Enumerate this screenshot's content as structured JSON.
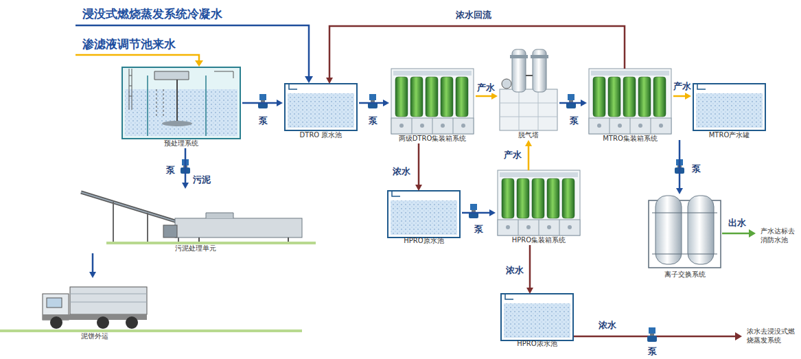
{
  "diagram": {
    "nodes": [
      {
        "text": [
          "预处理系统"
        ]
      },
      {
        "text": [
          "DTRO 原水池"
        ]
      },
      {
        "text": [
          "两级DTRO集装箱系统"
        ]
      },
      {
        "text": [
          "脱气塔"
        ]
      },
      {
        "text": [
          "MTRO集装箱系统"
        ]
      },
      {
        "text": [
          "MTRO产水罐"
        ]
      },
      {
        "text": [
          "污泥处理单元"
        ]
      },
      {
        "text": [
          "泥饼外运"
        ]
      },
      {
        "text": [
          "HPRO原水池"
        ]
      },
      {
        "text": [
          "HPRO集装箱系统"
        ]
      },
      {
        "text": [
          "HPRO浓水池"
        ]
      },
      {
        "text": [
          "离子交换系统"
        ]
      }
    ],
    "edges": [
      {
        "from": 0,
        "to": 1,
        "arrow": "to",
        "label": "泵"
      },
      {
        "from": 1,
        "to": 2,
        "arrow": "to",
        "label": "泵"
      },
      {
        "from": 2,
        "to": 3,
        "arrow": "to",
        "label": "产水"
      },
      {
        "from": 3,
        "to": 4,
        "arrow": "to",
        "label": "泵"
      },
      {
        "from": 4,
        "to": 5,
        "arrow": "to",
        "label": "产水"
      },
      {
        "from": 4,
        "to": 1,
        "arrow": "to",
        "label": "浓水回流"
      },
      {
        "from": 2,
        "to": 8,
        "arrow": "to",
        "label": "浓水"
      },
      {
        "from": 8,
        "to": 9,
        "arrow": "to",
        "label": "泵"
      },
      {
        "from": 9,
        "to": 3,
        "arrow": "to",
        "label": "产水"
      },
      {
        "from": 9,
        "to": 10,
        "arrow": "to",
        "label": "浓水"
      },
      {
        "from": 5,
        "to": 11,
        "arrow": "to",
        "label": "泵"
      },
      {
        "from": 0,
        "to": 6,
        "arrow": "to",
        "label": "污泥"
      },
      {
        "from": 6,
        "to": 7,
        "arrow": "to"
      }
    ],
    "labels": [
      "浸没式燃烧蒸发系统冷凝水",
      "渗滤液调节池来水",
      "泵",
      "出水",
      "产水达标去消防水池",
      "浓水",
      "泵",
      "浓水去浸没式燃烧蒸发系统"
    ]
  }
}
